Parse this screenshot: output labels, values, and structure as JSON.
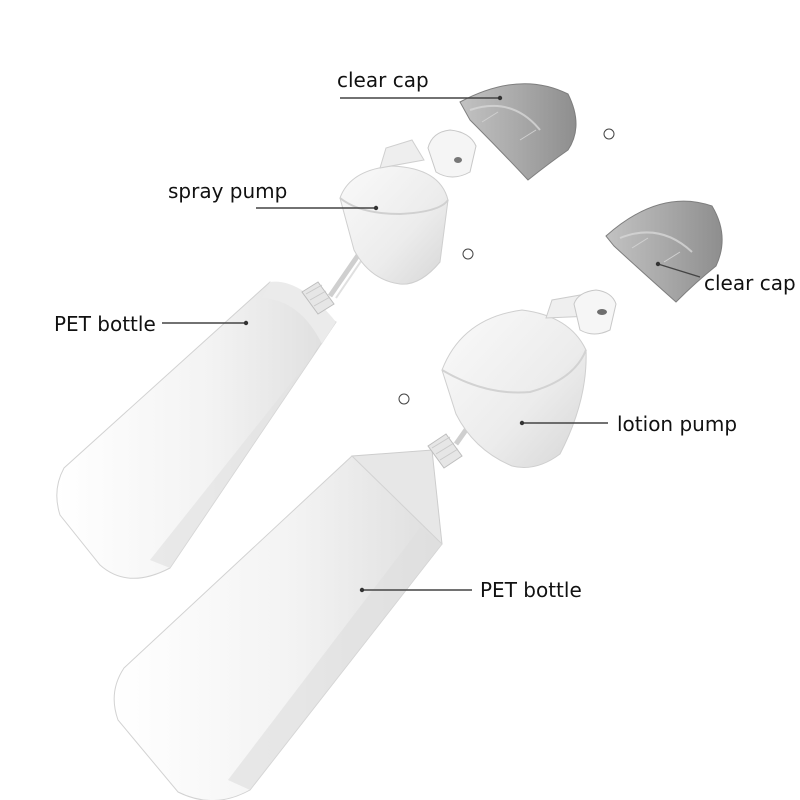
{
  "labels": {
    "clear_cap_top": "clear cap",
    "spray_pump": "spray pump",
    "pet_bottle_left": "PET bottle",
    "clear_cap_right": "clear cap",
    "lotion_pump": "lotion pump",
    "pet_bottle_right": "PET bottle"
  },
  "colors": {
    "bottle_white": "#f4f4f4",
    "bottle_shadow": "#dcdcdc",
    "cap_grey": "#a8a8a8",
    "leader_line": "#444444"
  }
}
